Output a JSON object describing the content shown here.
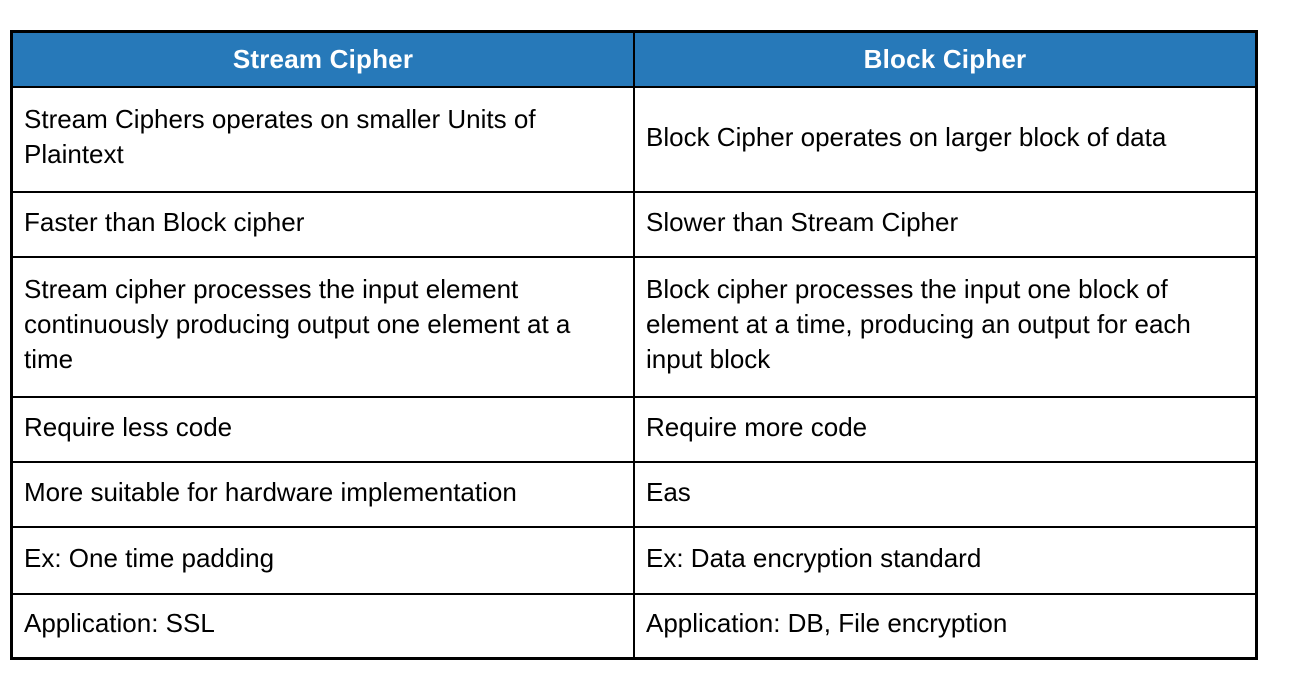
{
  "table": {
    "colors": {
      "header_bg": "#2779B9",
      "header_text": "#FFFFFF",
      "border": "#000000",
      "body_text": "#000000",
      "page_bg": "#FFFFFF"
    },
    "columns": [
      {
        "header": "Stream Cipher"
      },
      {
        "header": "Block Cipher"
      }
    ],
    "rows": [
      [
        "Stream Ciphers operates on smaller Units of Plaintext",
        "Block Cipher operates on larger block of data"
      ],
      [
        "Faster than Block cipher",
        "Slower than Stream Cipher"
      ],
      [
        "Stream cipher processes the input element continuously producing output one element at a time",
        "Block cipher processes the input one block of element at a time, producing an output for each input block"
      ],
      [
        "Require less code",
        "Require more code"
      ],
      [
        "More suitable for hardware implementation",
        "Eas"
      ],
      [
        "Ex: One time padding",
        "Ex: Data encryption standard"
      ],
      [
        "Application: SSL",
        "Application: DB, File encryption"
      ]
    ]
  }
}
